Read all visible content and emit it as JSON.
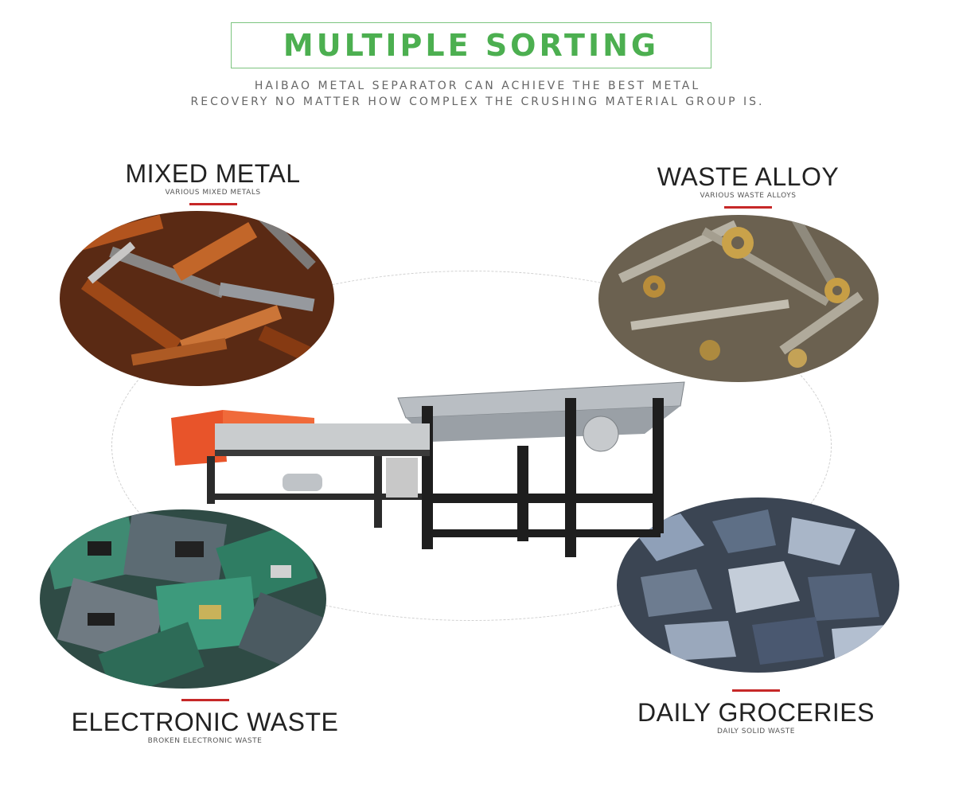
{
  "header": {
    "title": "MULTIPLE SORTING",
    "subtitle_line1": "HAIBAO METAL SEPARATOR CAN ACHIEVE THE BEST METAL",
    "subtitle_line2": "RECOVERY NO MATTER HOW COMPLEX THE CRUSHING MATERIAL GROUP IS."
  },
  "categories": [
    {
      "title": "MIXED METAL",
      "subtitle": "VARIOUS MIXED METALS"
    },
    {
      "title": "WASTE ALLOY",
      "subtitle": "VARIOUS WASTE ALLOYS"
    },
    {
      "title": "ELECTRONIC WASTE",
      "subtitle": "BROKEN ELECTRONIC WASTE"
    },
    {
      "title": "DAILY GROCERIES",
      "subtitle": "DAILY SOLID WASTE"
    }
  ],
  "colors": {
    "title_green": "#4caf50",
    "accent_red": "#c62828",
    "machine_orange": "#e8542a"
  }
}
